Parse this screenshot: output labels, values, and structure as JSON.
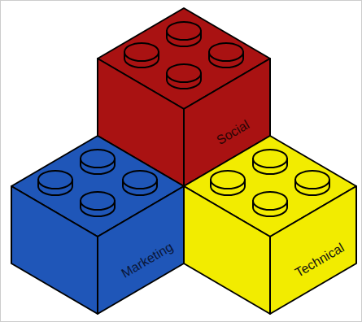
{
  "diagram": {
    "nodes": [
      {
        "text": [
          "Social"
        ]
      },
      {
        "text": [
          "Marketing"
        ]
      },
      {
        "text": [
          "Technical"
        ]
      }
    ]
  }
}
